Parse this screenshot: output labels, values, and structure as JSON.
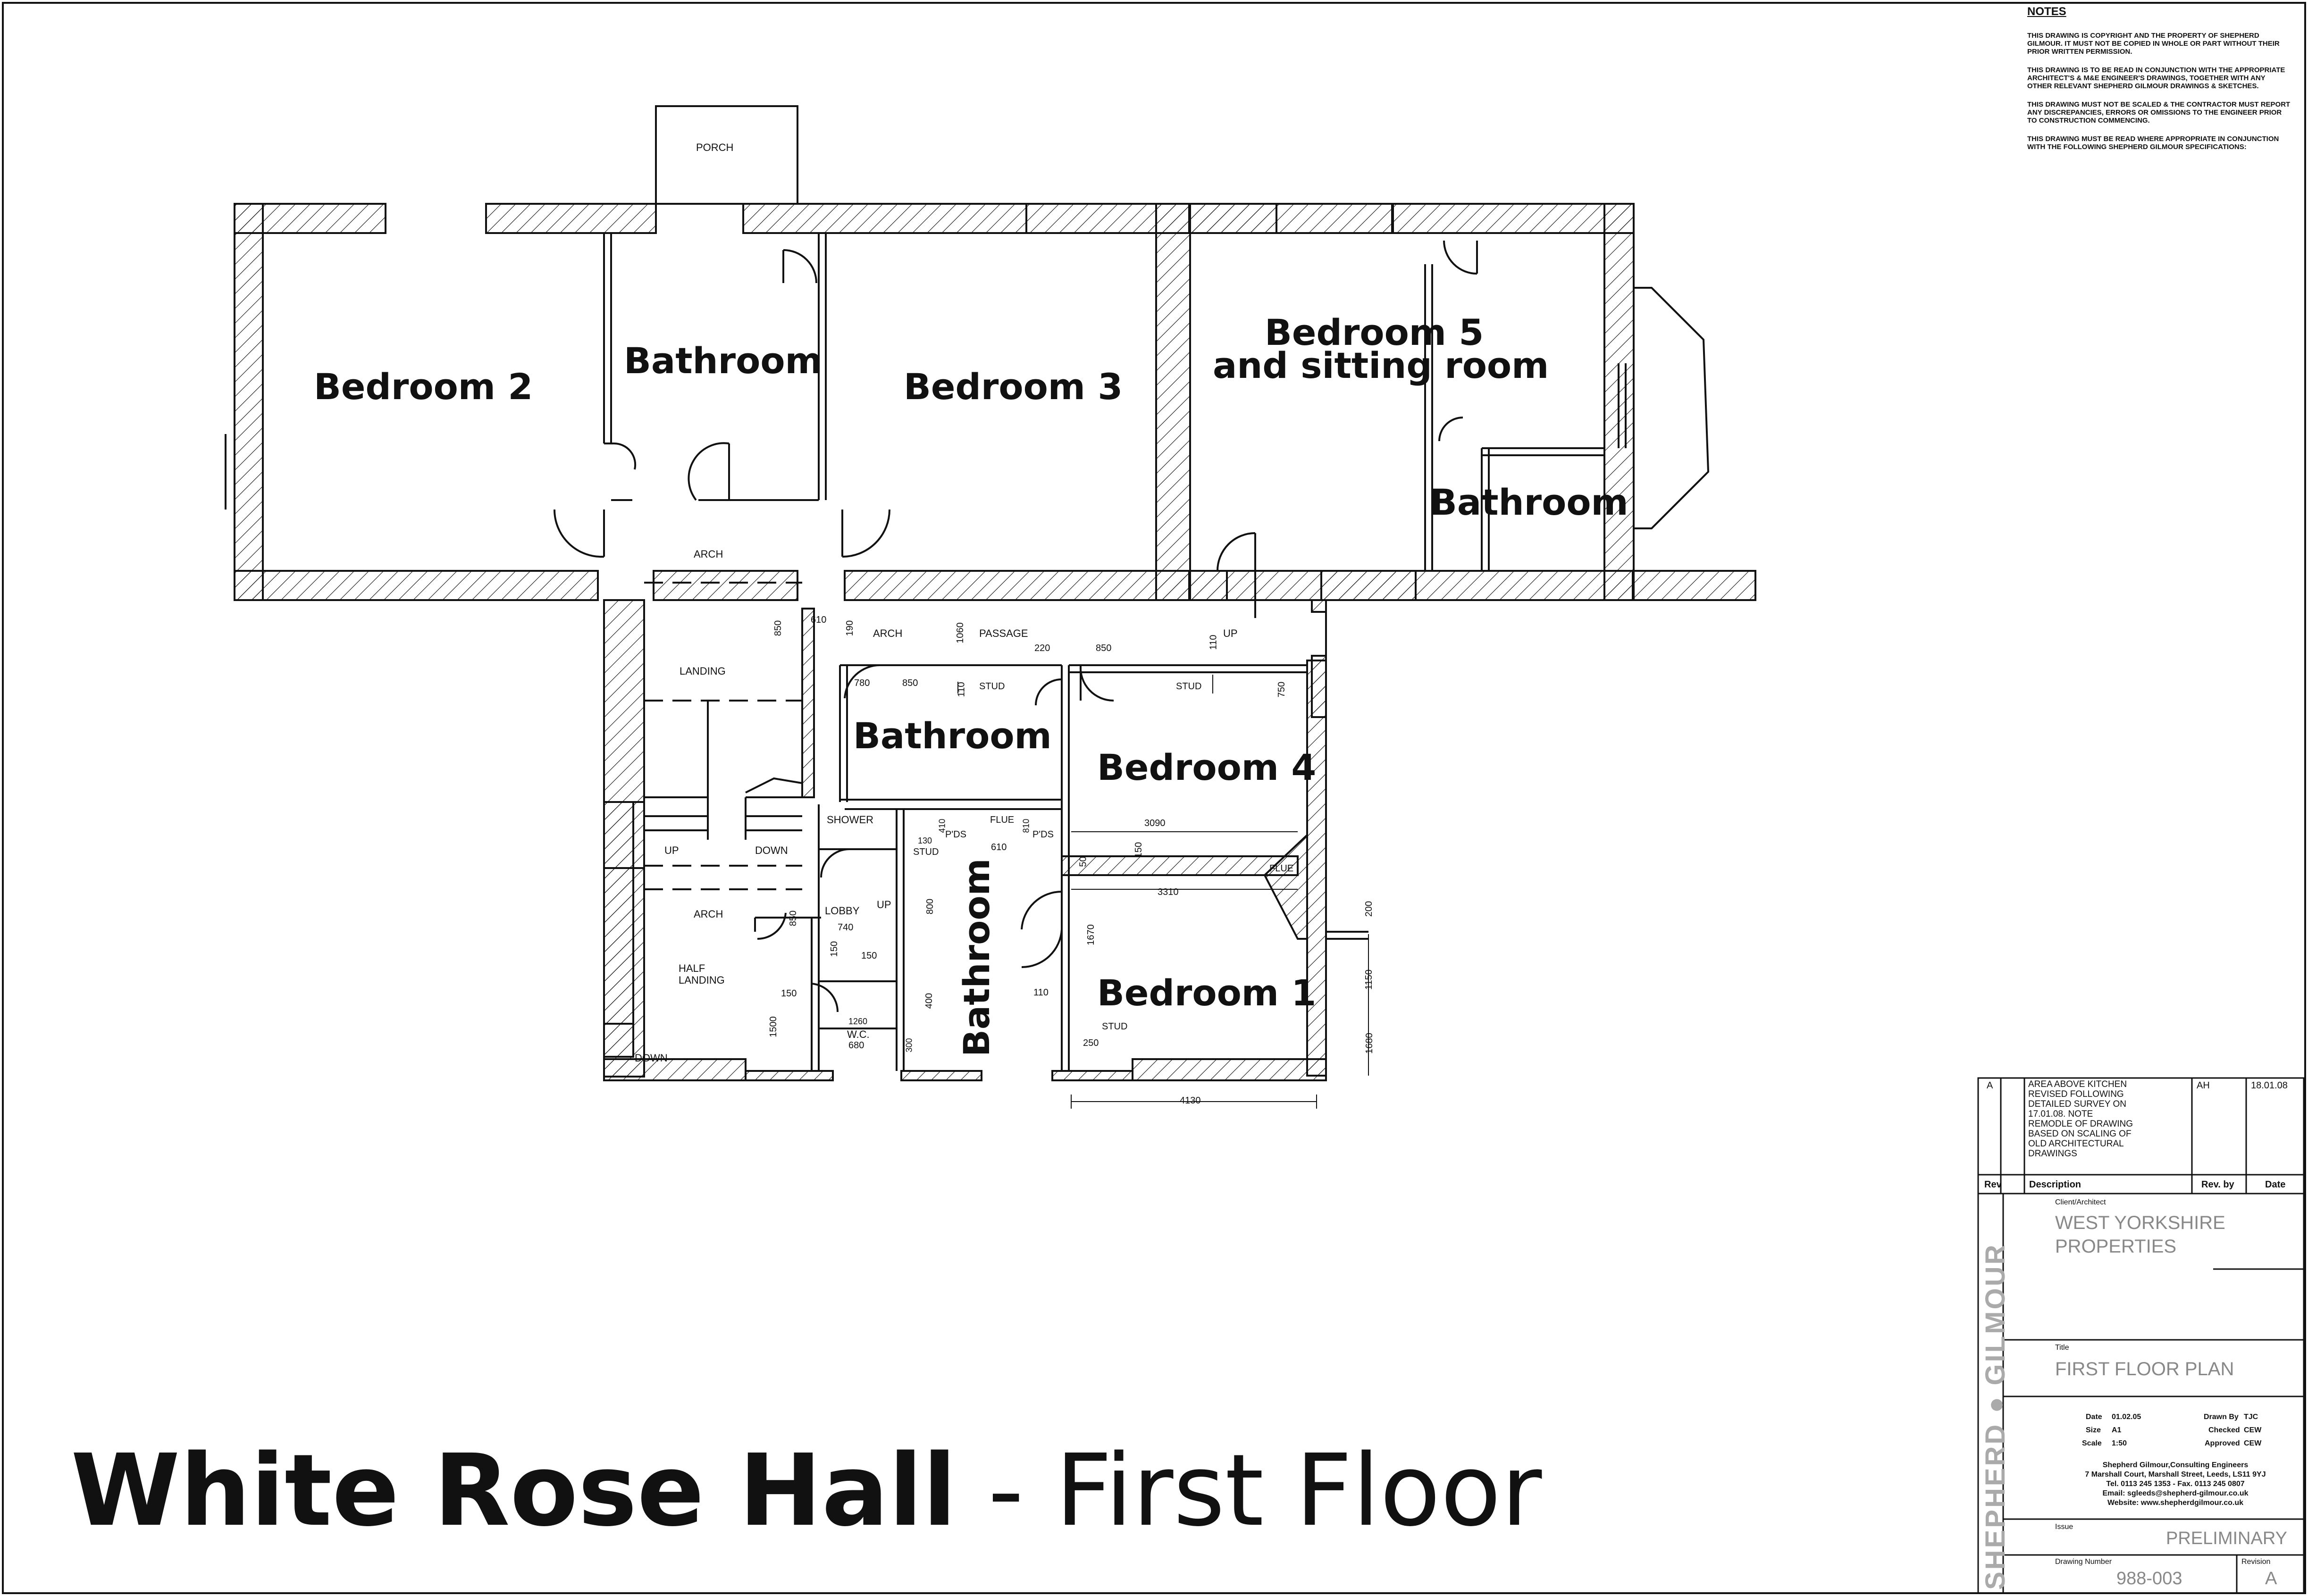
{
  "notes": {
    "heading": "NOTES",
    "paragraphs": [
      "THIS DRAWING IS COPYRIGHT AND THE PROPERTY OF SHEPHERD GILMOUR. IT MUST NOT BE COPIED IN WHOLE OR PART WITHOUT THEIR PRIOR WRITTEN PERMISSION.",
      "THIS DRAWING IS TO BE READ IN CONJUNCTION WITH THE APPROPRIATE ARCHITECT'S & M&E ENGINEER'S DRAWINGS, TOGETHER WITH ANY OTHER RELEVANT SHEPHERD GILMOUR DRAWINGS & SKETCHES.",
      "THIS DRAWING MUST NOT BE SCALED & THE CONTRACTOR MUST REPORT ANY DISCREPANCIES, ERRORS OR OMISSIONS TO THE ENGINEER PRIOR TO CONSTRUCTION COMMENCING.",
      "THIS DRAWING MUST BE READ WHERE APPROPRIATE IN CONJUNCTION WITH THE FOLLOWING SHEPHERD GILMOUR SPECIFICATIONS:"
    ]
  },
  "rooms": {
    "bedroom2": "Bedroom 2",
    "bathroom_top": "Bathroom",
    "bedroom3": "Bedroom 3",
    "bedroom5_line1": "Bedroom 5",
    "bedroom5_line2": "and sitting room",
    "bathroom_right": "Bathroom",
    "bathroom_mid": "Bathroom",
    "bedroom4": "Bedroom 4",
    "bathroom_vertical": "Bathroom",
    "bedroom1": "Bedroom 1"
  },
  "small_labels": {
    "porch": "PORCH",
    "arch1": "ARCH",
    "arch2": "ARCH",
    "arch3": "ARCH",
    "passage": "PASSAGE",
    "landing": "LANDING",
    "up1": "UP",
    "down1": "DOWN",
    "shower": "SHOWER",
    "lobby": "LOBBY",
    "half_landing_1": "HALF",
    "half_landing_2": "LANDING",
    "down2": "DOWN",
    "wc": "W.C.",
    "up2": "UP",
    "stud1": "STUD",
    "stud2": "STUD",
    "stud3": "STUD",
    "stud4": "STUD",
    "flue1": "FLUE",
    "flue2": "FLUE",
    "pds1": "P'DS",
    "pds2": "P'DS",
    "up3": "UP"
  },
  "dimensions": {
    "d610a": "610",
    "d850a": "850",
    "d190": "190",
    "d1060": "1060",
    "d110a": "110",
    "d220": "220",
    "d850b": "850",
    "d780": "780",
    "d850c": "850",
    "d110b": "110",
    "d750": "750",
    "d3090": "3090",
    "d50": "50",
    "d150a": "150",
    "d3310": "3310",
    "d610b": "610",
    "d130": "130",
    "d410": "410",
    "d810": "810",
    "d800": "800",
    "d850d": "850",
    "d740": "740",
    "d150b": "150",
    "d150c": "150",
    "d150d": "150",
    "d1670": "1670",
    "d400": "400",
    "d1500": "1500",
    "d110c": "110",
    "d1260": "1260",
    "d680": "680",
    "d250": "250",
    "d300": "300",
    "d200": "200",
    "d1150": "1150",
    "d1680": "1680",
    "d4130": "4130"
  },
  "title": {
    "bold": "White Rose Hall",
    "rest": " - First Floor"
  },
  "title_block": {
    "rev_letter": "A",
    "rev_description": [
      "AREA ABOVE KITCHEN",
      "REVISED FOLLOWING",
      "DETAILED SURVEY ON",
      "17.01.08. NOTE",
      "REMODLE OF DRAWING",
      "BASED ON SCALING OF",
      "OLD ARCHITECTURAL",
      "DRAWINGS"
    ],
    "rev_by": "AH",
    "rev_date": "18.01.08",
    "col_rev": "Rev",
    "col_description": "Description",
    "col_revby": "Rev. by",
    "col_date": "Date",
    "client_label": "Client/Architect",
    "client_line1": "WEST YORKSHIRE",
    "client_line2": "PROPERTIES",
    "brand": "SHEPHERD ● GILMOUR",
    "title_label": "Title",
    "title_value": "FIRST FLOOR PLAN",
    "date_label": "Date",
    "date_value": "01.02.05",
    "size_label": "Size",
    "size_value": "A1",
    "scale_label": "Scale",
    "scale_value": "1:50",
    "drawn_label": "Drawn By",
    "drawn_value": "TJC",
    "checked_label": "Checked",
    "checked_value": "CEW",
    "approved_label": "Approved",
    "approved_value": "CEW",
    "company_lines": [
      "Shepherd Gilmour,Consulting Engineers",
      "7 Marshall Court, Marshall Street, Leeds, LS11 9YJ",
      "Tel. 0113 245 1353 - Fax. 0113 245 0807",
      "Email: sgleeds@shepherd-gilmour.co.uk",
      "Website: www.shepherdgilmour.co.uk"
    ],
    "issue_label": "Issue",
    "issue_value": "PRELIMINARY",
    "drawing_number_label": "Drawing Number",
    "drawing_number_value": "988-003",
    "revision_label": "Revision",
    "revision_value": "A"
  }
}
